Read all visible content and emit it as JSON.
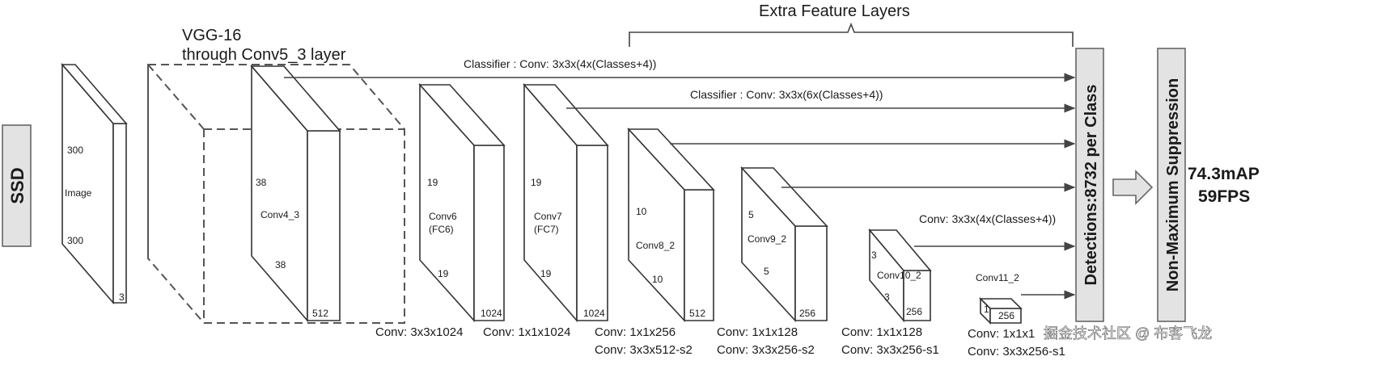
{
  "ssd_label": "SSD",
  "vgg_title_line1": "VGG-16",
  "vgg_title_line2": "through Conv5_3 layer",
  "extra_layers_title": "Extra Feature Layers",
  "image_block": {
    "name": "Image",
    "dim_top": "300",
    "dim_bottom": "300",
    "channels": "3"
  },
  "conv4_3": {
    "name": "Conv4_3",
    "dim_top": "38",
    "dim_bottom": "38",
    "channels": "512"
  },
  "conv6": {
    "name": "Conv6",
    "sub": "(FC6)",
    "dim_top": "19",
    "dim_bottom": "19",
    "channels": "1024"
  },
  "conv7": {
    "name": "Conv7",
    "sub": "(FC7)",
    "dim_top": "19",
    "dim_bottom": "19",
    "channels": "1024"
  },
  "conv8_2": {
    "name": "Conv8_2",
    "dim_top": "10",
    "dim_bottom": "10",
    "channels": "512"
  },
  "conv9_2": {
    "name": "Conv9_2",
    "dim_top": "5",
    "dim_bottom": "5",
    "channels": "256"
  },
  "conv10_2": {
    "name": "Conv10_2",
    "dim_top": "3",
    "dim_bottom": "3",
    "channels": "256"
  },
  "conv11_2": {
    "name": "Conv11_2",
    "dim_top": "1",
    "channels": "256"
  },
  "classifier_1": "Classifier : Conv: 3x3x(4x(Classes+4))",
  "classifier_2": "Classifier : Conv: 3x3x(6x(Classes+4))",
  "classifier_3": "Conv: 3x3x(4x(Classes+4))",
  "conv_labels": {
    "c6": "Conv: 3x3x1024",
    "c7": "Conv: 1x1x1024",
    "c8a": "Conv: 1x1x256",
    "c8b": "Conv:  3x3x512-s2",
    "c9a": "Conv: 1x1x128",
    "c9b": "Conv: 3x3x256-s2",
    "c10a": "Conv: 1x1x128",
    "c10b": "Conv: 3x3x256-s1",
    "c11a": "Conv: 1x1x1",
    "c11b": "Conv: 3x3x256-s1"
  },
  "detections_label": "Detections:8732  per Class",
  "nms_label": "Non-Maximum Suppression",
  "result_map": "74.3mAP",
  "result_fps": "59FPS",
  "watermark": "掘金技术社区 @ 布客飞龙"
}
